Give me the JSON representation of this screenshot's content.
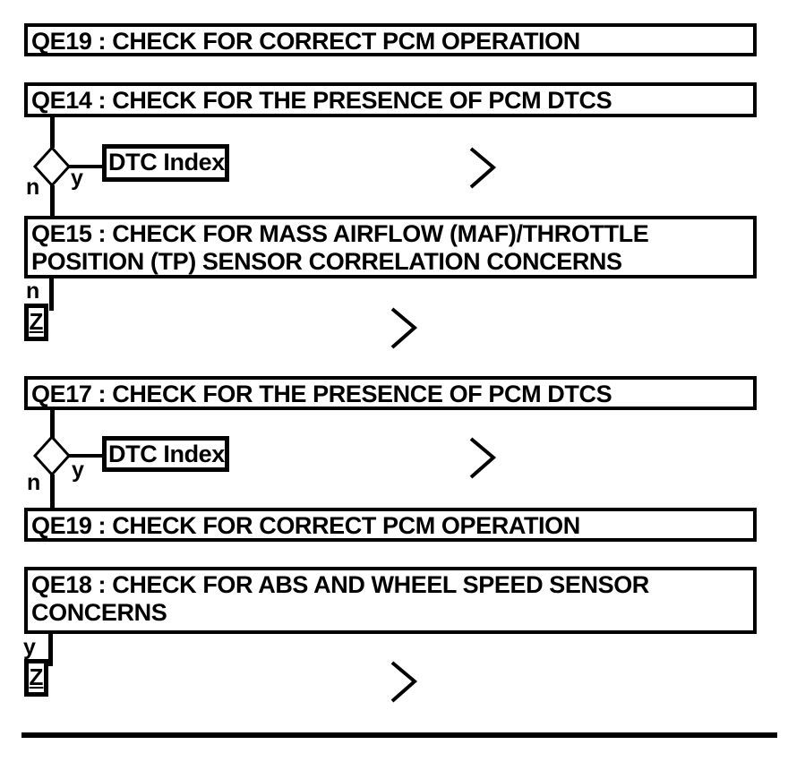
{
  "page": {
    "background": "#ffffff",
    "ink": "#000000"
  },
  "flowchart": {
    "steps": {
      "qe19_top": "QE19 : CHECK FOR CORRECT PCM OPERATION",
      "qe14": "QE14 : CHECK FOR THE PRESENCE OF PCM DTCS",
      "qe15": "QE15 : CHECK FOR MASS AIRFLOW (MAF)/THROTTLE POSITION (TP) SENSOR CORRELATION CONCERNS",
      "qe17": "QE17 : CHECK FOR THE PRESENCE OF PCM DTCS",
      "qe19_bottom": "QE19 : CHECK FOR CORRECT PCM OPERATION",
      "qe18": "QE18 : CHECK FOR ABS AND WHEEL SPEED SENSOR CONCERNS"
    },
    "links": {
      "dtc_index_1": "DTC Index",
      "dtc_index_2": "DTC Index",
      "z_connector_1": "Z",
      "z_connector_2": "Z"
    },
    "branch_labels": {
      "decision_1": {
        "no": "n",
        "yes": "y"
      },
      "decision_2": {
        "no": "n",
        "yes": "y"
      },
      "qe15_exit": "n",
      "qe18_exit": "y"
    },
    "icons": {
      "chevron": "next-page-chevron",
      "diamond": "decision-diamond"
    }
  }
}
